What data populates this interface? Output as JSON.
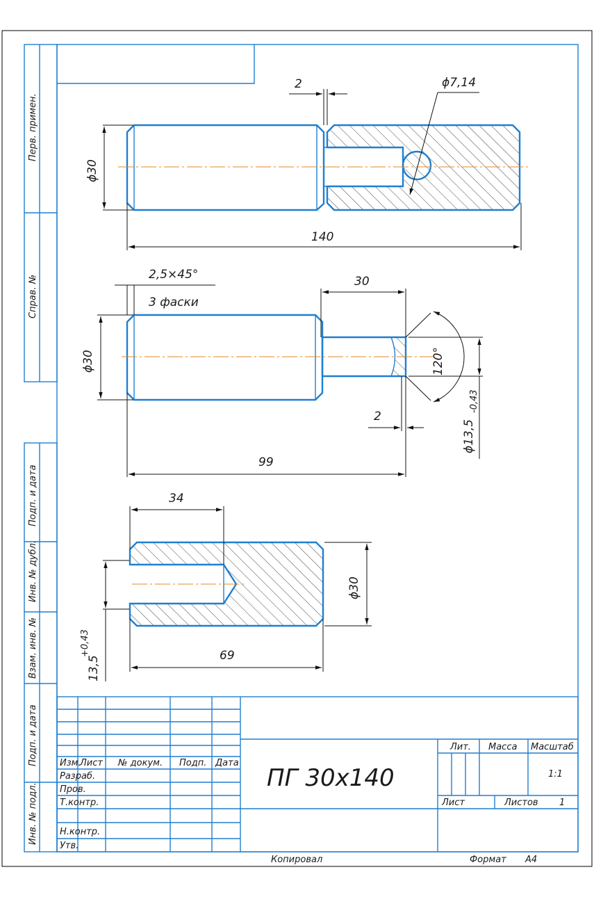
{
  "drawing": {
    "view1": {
      "dim_dia": "ϕ30",
      "dim_len": "140",
      "dim_gap": "2",
      "dim_ball": "ϕ7,14"
    },
    "view2": {
      "dim_dia": "ϕ30",
      "dim_len": "99",
      "dim_stub": "30",
      "dim_gap": "2",
      "chamfer": "2,5×45°",
      "chamfer_note": "3 фаски",
      "angle": "120°",
      "dim_stub_dia": "ϕ13,5",
      "dim_stub_tol": "-0,43"
    },
    "view3": {
      "dim_dia": "ϕ30",
      "dim_len": "69",
      "dim_bore": "34",
      "dim_hole": "13,5",
      "dim_hole_tol": "+0,43"
    }
  },
  "side_stamps": {
    "perv_primen": "Перв. примен.",
    "sprav_no": "Справ. №",
    "podp_data_1": "Подп. и дата",
    "inv_dubl": "Инв. № дубл.",
    "vzam_inv": "Взам. инв. №",
    "podp_data_2": "Подп. и дата",
    "inv_podl": "Инв. № подл."
  },
  "title_block": {
    "designation": "ПГ 30х140",
    "headers": {
      "izm": "Изм.",
      "list": "Лист",
      "doc": "№ докум.",
      "podp": "Подп.",
      "data": "Дата"
    },
    "roles": {
      "razrab": "Разраб.",
      "prov": "Пров.",
      "tkontr": "Т.контр.",
      "nkontr": "Н.контр.",
      "utv": "Утв."
    },
    "lit_label": "Лит.",
    "massa_label": "Масса",
    "masshtab_label": "Масштаб",
    "masshtab_value": "1:1",
    "list_label": "Лист",
    "listov_label": "Листов",
    "listov_value": "1"
  },
  "footer": {
    "kopiroval": "Копировал",
    "format_label": "Формат",
    "format_value": "А4"
  }
}
